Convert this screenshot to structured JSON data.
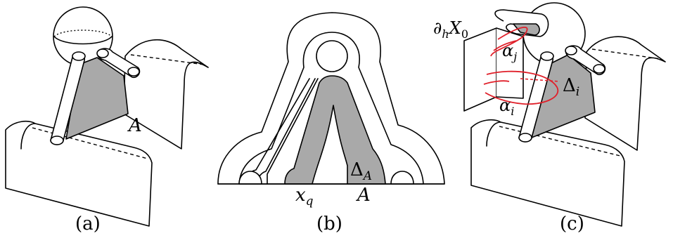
{
  "panels": [
    {
      "caption": "(a)",
      "label_A": "A"
    },
    {
      "caption": "(b)",
      "label_xq": "x",
      "label_xq_sub": "q",
      "label_DeltaA": "Δ",
      "label_DeltaA_sub": "A",
      "label_A": "A"
    },
    {
      "caption": "(c)",
      "label_boundary": "∂",
      "label_boundary_h": "h",
      "label_boundary_X": "X",
      "label_boundary_sub": "0",
      "label_alpha_j": "α",
      "label_alpha_j_sub": "j",
      "label_alpha_i": "α",
      "label_alpha_i_sub": "i",
      "label_Delta_i": "Δ",
      "label_Delta_i_sub": "i"
    }
  ],
  "colors": {
    "shaded": "#a9a9a9",
    "curve": "#e0202a",
    "stroke": "#000000"
  }
}
